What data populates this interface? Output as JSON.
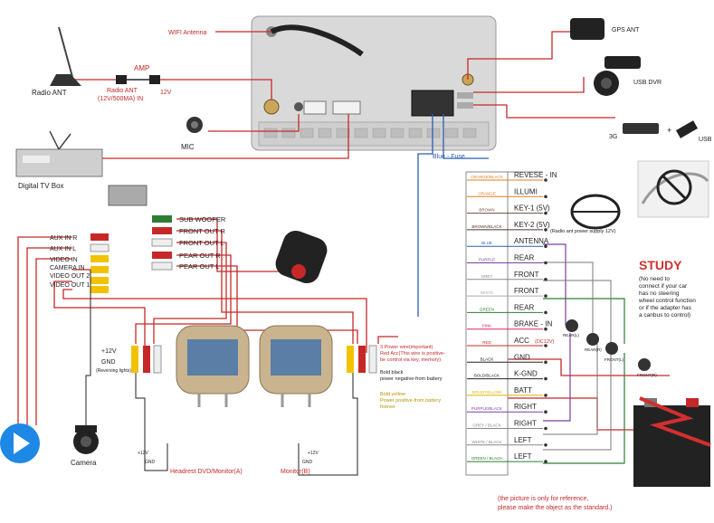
{
  "labels": {
    "wifi_antenna": "WIFI Antenna",
    "gps_ant": "GPS ANT",
    "usb_dvr": "USB DVR",
    "three_g": "3G",
    "plus": "+",
    "usb": "USB",
    "radio_ant": "Radio ANT",
    "amp": "AMP",
    "radio_ant_in_line1": "Radio ANT",
    "radio_ant_in_line2": "(12V/500MA) IN",
    "v12": "12V",
    "mic": "MIC",
    "digital_tv_box": "Digital TV Box",
    "blue_fuse": "Blue - Fuse",
    "study": "STUDY",
    "study_note": [
      "(No need to",
      "connect if your car",
      "has no steering",
      "wheel control function",
      "or if the adapter has",
      "a canbus to control)"
    ],
    "radio_ant_power": "(Radio ant power supply 12V)",
    "camera": "Camera",
    "plus12v": "+12V",
    "gnd": "GND",
    "reversing_lights": "(Reversing lights)",
    "headrest_a": "Headrest DVD/Monitor(A)",
    "monitor_b": "Monitor(B)",
    "headrest_a_12v": "+12V",
    "headrest_a_gnd": "GND",
    "monitor_b_12v": "+12V",
    "monitor_b_gnd": "GND",
    "power_wire_lines": [
      "3 Power wire(important)",
      "Red Acc(This wire is positive-",
      "be control via key, memory)"
    ],
    "bold_black_lines": [
      "Bold black",
      "power negative-from battery"
    ],
    "bold_yellow_lines": [
      "Bold yellow",
      "Power positive-from battery",
      "forever"
    ],
    "footnote_line1": "(the picture is only for reference,",
    "footnote_line2": "please make the object as the standard.)",
    "rear_l": "REAR(L)",
    "rear_r": "REAR(R)",
    "front_l": "FRONT(L)",
    "front_r": "FRONT(R)"
  },
  "left_harness": [
    "AUX IN R",
    "AUX IN L",
    "VIDEO IN",
    "CAMERA IN",
    "VIDEO OUT 2",
    "VIDEO OUT 1"
  ],
  "right_harness": [
    "SUB WOOFER",
    "FRONT OUT R",
    "FRONT OUT L",
    "PEAR OUT R",
    "PEAR OUT L"
  ],
  "wire_colors": [
    {
      "color": "ORANGE/BLACK",
      "label": "REVESE - IN"
    },
    {
      "color": "ORANGE",
      "label": "ILLUMI"
    },
    {
      "color": "BROWN",
      "label": "KEY-1 (5V)"
    },
    {
      "color": "BROWN/BLACK",
      "label": "KEY-2 (5V)"
    },
    {
      "color": "BLUE",
      "label": "ANTENNA"
    },
    {
      "color": "PURPLE",
      "label": "REAR"
    },
    {
      "color": "GREY",
      "label": "FRONT"
    },
    {
      "color": "WHITE",
      "label": "FRONT"
    },
    {
      "color": "GREEN",
      "label": "REAR"
    },
    {
      "color": "PINK",
      "label": "BRAKE - IN"
    },
    {
      "color": "RED",
      "label": "ACC"
    },
    {
      "color": "BLACK",
      "label": "GND"
    },
    {
      "color": "BOLD/BLACK",
      "label": "K-GND"
    },
    {
      "color": "BOLD/YELLOW",
      "label": "BATT"
    },
    {
      "color": "PURPLE/BLACK",
      "label": "RIGHT"
    },
    {
      "color": "GREY / BLACK",
      "label": "RIGHT"
    },
    {
      "color": "WHITE / BLACK",
      "label": "LEFT"
    },
    {
      "color": "GREEN / BLACK",
      "label": "LEFT"
    }
  ],
  "acc_suffix": "(DC12V)",
  "colors": {
    "red_line": "#c62828",
    "blue_line": "#2a5db0",
    "purple_line": "#7b3f9e",
    "green_line": "#2e7d32",
    "study_red": "#d32f2f"
  }
}
